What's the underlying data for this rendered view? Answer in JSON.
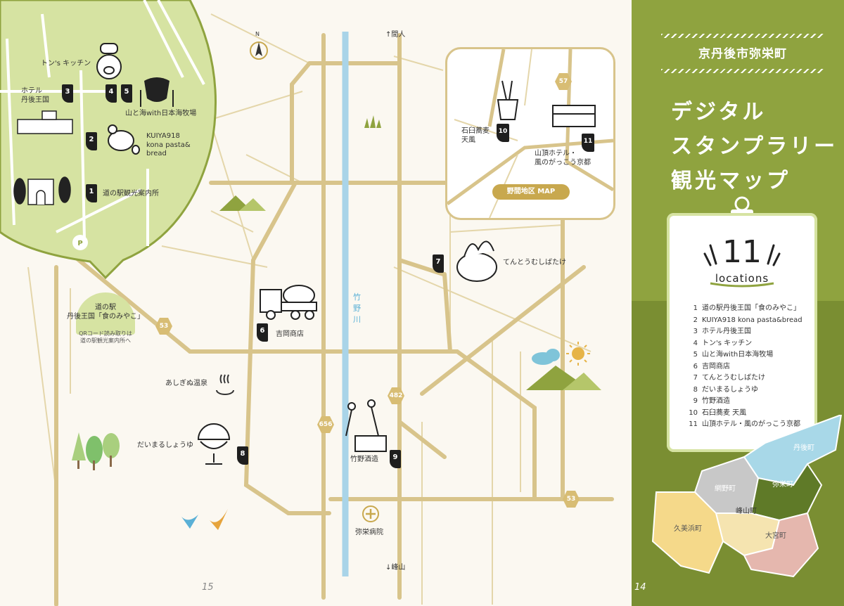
{
  "page_numbers": {
    "left": "15",
    "right": "14"
  },
  "north": "N",
  "directions": {
    "north": "↑間人",
    "south": "↓峰山"
  },
  "river": "竹野川",
  "roads": {
    "r53a": "53",
    "r53b": "53",
    "r656": "656",
    "r482": "482",
    "r57": "57"
  },
  "station": {
    "title": "道の駅\n丹後王国「食のみやこ」",
    "note": "QRコード読み取りは\n道の駅観光案内所へ"
  },
  "hospital": "弥栄病院",
  "onsen": "あしぎぬ温泉",
  "parking": "P",
  "spots": [
    {
      "num": "1",
      "label": "道の駅観光案内所"
    },
    {
      "num": "2",
      "label": "KUIYA918\nkona pasta&\nbread"
    },
    {
      "num": "3",
      "label": "ホテル\n丹後王国"
    },
    {
      "num": "4",
      "label": "トン's キッチン"
    },
    {
      "num": "5",
      "label": "山と海with日本海牧場"
    },
    {
      "num": "6",
      "label": "吉岡商店"
    },
    {
      "num": "7",
      "label": "てんとうむしばたけ"
    },
    {
      "num": "8",
      "label": "だいまるしょうゆ"
    },
    {
      "num": "9",
      "label": "竹野酒造"
    },
    {
      "num": "10",
      "label": "石臼蕎麦\n天風"
    },
    {
      "num": "11",
      "label": "山頂ホテル・\n風のがっこう京都"
    }
  ],
  "inset": {
    "title": "野間地区 MAP"
  },
  "side": {
    "subtitle": "京丹後市弥栄町",
    "title_lines": [
      "デジタル",
      "スタンプラリー",
      "観光マップ"
    ],
    "count": "11",
    "count_label": "locations",
    "list": [
      {
        "n": "1",
        "t": "道の駅丹後王国「食のみやこ」"
      },
      {
        "n": "2",
        "t": "KUIYA918 kona pasta&bread"
      },
      {
        "n": "3",
        "t": "ホテル丹後王国"
      },
      {
        "n": "4",
        "t": "トン's キッチン"
      },
      {
        "n": "5",
        "t": "山と海with日本海牧場"
      },
      {
        "n": "6",
        "t": "吉岡商店"
      },
      {
        "n": "7",
        "t": "てんとうむしばたけ"
      },
      {
        "n": "8",
        "t": "だいまるしょうゆ"
      },
      {
        "n": "9",
        "t": "竹野酒造"
      },
      {
        "n": "10",
        "t": "石臼蕎麦 天風"
      },
      {
        "n": "11",
        "t": "山頂ホテル・風のがっこう京都"
      }
    ],
    "regions": {
      "tango": "丹後町",
      "amino": "網野町",
      "yasaka": "弥栄町",
      "mineyama": "峰山町",
      "kumihama": "久美浜町",
      "omiya": "大宮町"
    }
  },
  "colors": {
    "road": "#d8c48b",
    "river": "#a9d4e8",
    "green": "#8fa33f",
    "zoom": "#d6e3a2",
    "pin": "#1e1e1e"
  }
}
